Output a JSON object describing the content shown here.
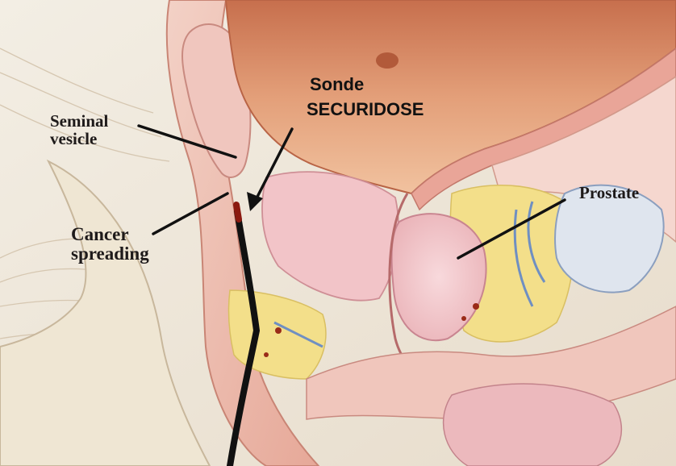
{
  "labels": {
    "seminal_vesicle": [
      "Seminal",
      "vesicle"
    ],
    "cancer_spreading": [
      "Cancer",
      "spreading"
    ],
    "sonde": [
      "Sonde",
      "SECURIDOSE"
    ],
    "prostate": "Prostate"
  },
  "colors": {
    "probe": "#111111",
    "probe_tip": "#8b1a10",
    "tissue_pink": "#efb5a9",
    "bladder": "#d98b66",
    "fat_yellow": "#f3df8a",
    "background": "#f1ebde"
  }
}
